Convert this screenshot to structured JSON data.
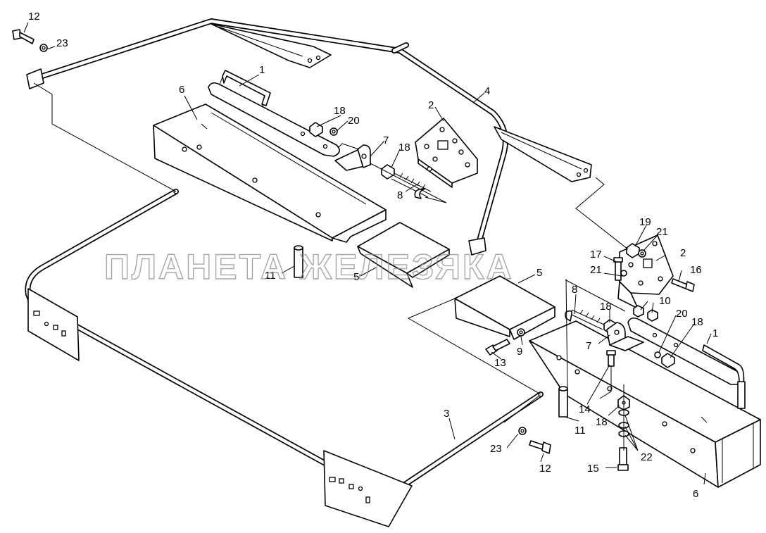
{
  "watermark": "ПЛАНЕТА ЖЕЛЕЗЯКА",
  "callouts": {
    "c1a": "1",
    "c1b": "1",
    "c2a": "2",
    "c2b": "2",
    "c3": "3",
    "c4": "4",
    "c5a": "5",
    "c5b": "5",
    "c6a": "6",
    "c6b": "6",
    "c7a": "7",
    "c7b": "7",
    "c8a": "8",
    "c8b": "8",
    "c9": "9",
    "c10": "10",
    "c11a": "11",
    "c11b": "11",
    "c12a": "12",
    "c12b": "12",
    "c13": "13",
    "c14": "14",
    "c15": "15",
    "c16": "16",
    "c17": "17",
    "c18a": "18",
    "c18b": "18",
    "c18c": "18",
    "c18d": "18",
    "c18e": "18",
    "c19": "19",
    "c20a": "20",
    "c20b": "20",
    "c21a": "21",
    "c21b": "21",
    "c22": "22",
    "c23a": "23",
    "c23b": "23"
  }
}
